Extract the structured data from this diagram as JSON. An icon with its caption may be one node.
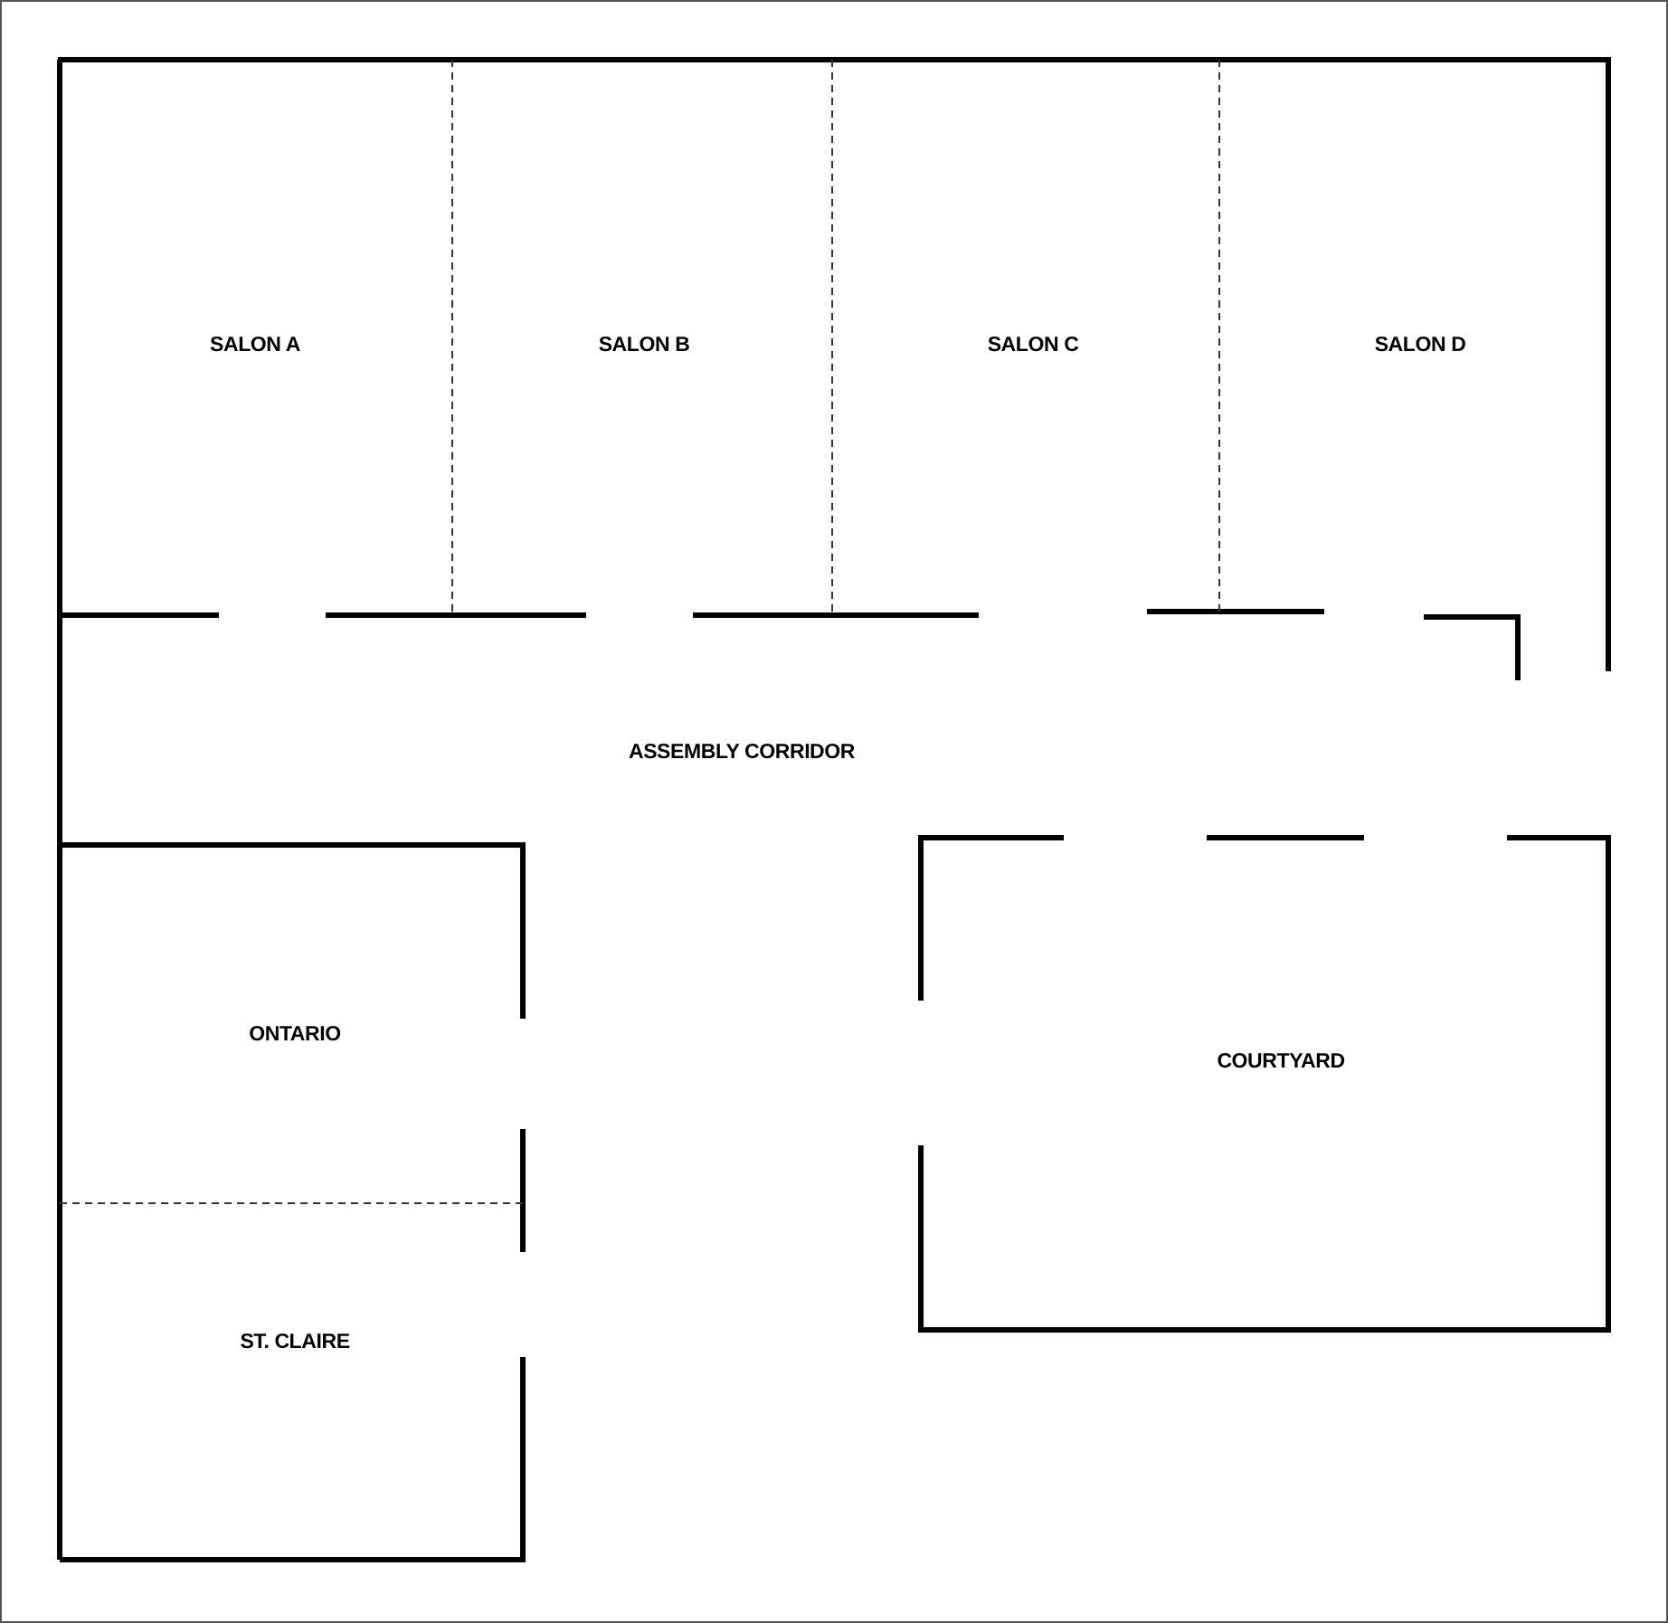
{
  "diagram": {
    "labels": [
      "SALON A",
      "SALON B",
      "SALON C",
      "SALON D",
      "ASSEMBLY CORRIDOR",
      "ONTARIO",
      "ST. CLAIRE",
      "COURTYARD"
    ]
  }
}
